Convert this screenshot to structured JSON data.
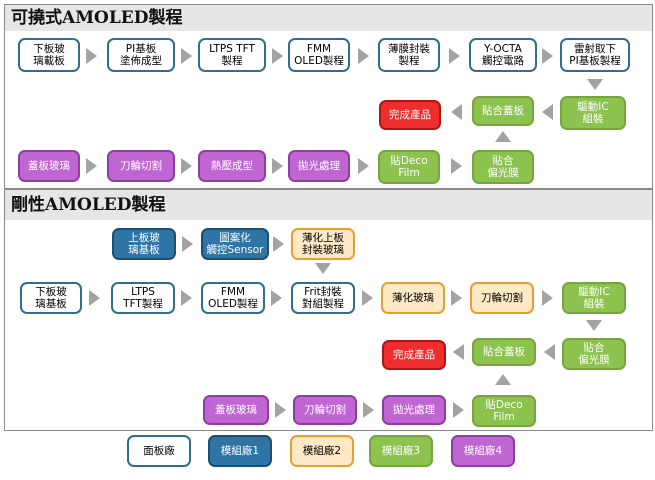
{
  "flexible": {
    "title": "可撓式AMOLED製程",
    "steps": [
      {
        "id": "f1",
        "text": "下板玻\n璃載板",
        "cls": "panelF"
      },
      {
        "id": "f2",
        "text": "PI基板\n塗佈成型",
        "cls": "panelF"
      },
      {
        "id": "f3",
        "text": "LTPS TFT\n製程",
        "cls": "panelF"
      },
      {
        "id": "f4",
        "text": "FMM\nOLED製程",
        "cls": "panelF"
      },
      {
        "id": "f5",
        "text": "薄膜封裝\n製程",
        "cls": "panelF"
      },
      {
        "id": "f6",
        "text": "Y-OCTA\n觸控電路",
        "cls": "panelF"
      },
      {
        "id": "f7",
        "text": "雷射取下\nPI基板製程",
        "cls": "panelF"
      },
      {
        "id": "f8",
        "text": "驅動IC\n組裝",
        "cls": "m3"
      },
      {
        "id": "f9",
        "text": "貼合蓋板",
        "cls": "m3"
      },
      {
        "id": "f10",
        "text": "完成產品",
        "cls": "prod"
      },
      {
        "id": "f11",
        "text": "蓋板玻璃",
        "cls": "m4"
      },
      {
        "id": "f12",
        "text": "刀輪切割",
        "cls": "m4"
      },
      {
        "id": "f13",
        "text": "熱壓成型",
        "cls": "m4"
      },
      {
        "id": "f14",
        "text": "拋光處理",
        "cls": "m4"
      },
      {
        "id": "f15",
        "text": "貼Deco\nFilm",
        "cls": "m3"
      },
      {
        "id": "f16",
        "text": "貼合\n偏光膜",
        "cls": "m3"
      }
    ]
  },
  "rigid": {
    "title": "剛性AMOLED製程",
    "steps": [
      {
        "id": "r1",
        "text": "上板玻\n璃基板",
        "cls": "m1"
      },
      {
        "id": "r2",
        "text": "圖案化\n觸控Sensor",
        "cls": "m1"
      },
      {
        "id": "r3",
        "text": "薄化上板\n封裝玻璃",
        "cls": "m2"
      },
      {
        "id": "r4",
        "text": "下板玻\n璃基板",
        "cls": "panelF"
      },
      {
        "id": "r5",
        "text": "LTPS\nTFT製程",
        "cls": "panelF"
      },
      {
        "id": "r6",
        "text": "FMM\nOLED製程",
        "cls": "panelF"
      },
      {
        "id": "r7",
        "text": "Frit封裝\n對組製程",
        "cls": "panelF"
      },
      {
        "id": "r8",
        "text": "薄化玻璃",
        "cls": "m2"
      },
      {
        "id": "r9",
        "text": "刀輪切割",
        "cls": "m2"
      },
      {
        "id": "r10",
        "text": "驅動IC\n組裝",
        "cls": "m3"
      },
      {
        "id": "r11",
        "text": "貼合\n偏光膜",
        "cls": "m3"
      },
      {
        "id": "r12",
        "text": "貼合蓋板",
        "cls": "m3"
      },
      {
        "id": "r13",
        "text": "完成產品",
        "cls": "prod"
      },
      {
        "id": "r14",
        "text": "蓋板玻璃",
        "cls": "m4"
      },
      {
        "id": "r15",
        "text": "刀輪切割",
        "cls": "m4"
      },
      {
        "id": "r16",
        "text": "拋光處理",
        "cls": "m4"
      },
      {
        "id": "r17",
        "text": "貼Deco\nFilm",
        "cls": "m3"
      }
    ]
  },
  "legend": [
    {
      "text": "面板廠",
      "cls": "panelF"
    },
    {
      "text": "模組廠1",
      "cls": "m1"
    },
    {
      "text": "模組廠2",
      "cls": "m2"
    },
    {
      "text": "模組廠3",
      "cls": "m3"
    },
    {
      "text": "模組廠4",
      "cls": "m4"
    }
  ]
}
